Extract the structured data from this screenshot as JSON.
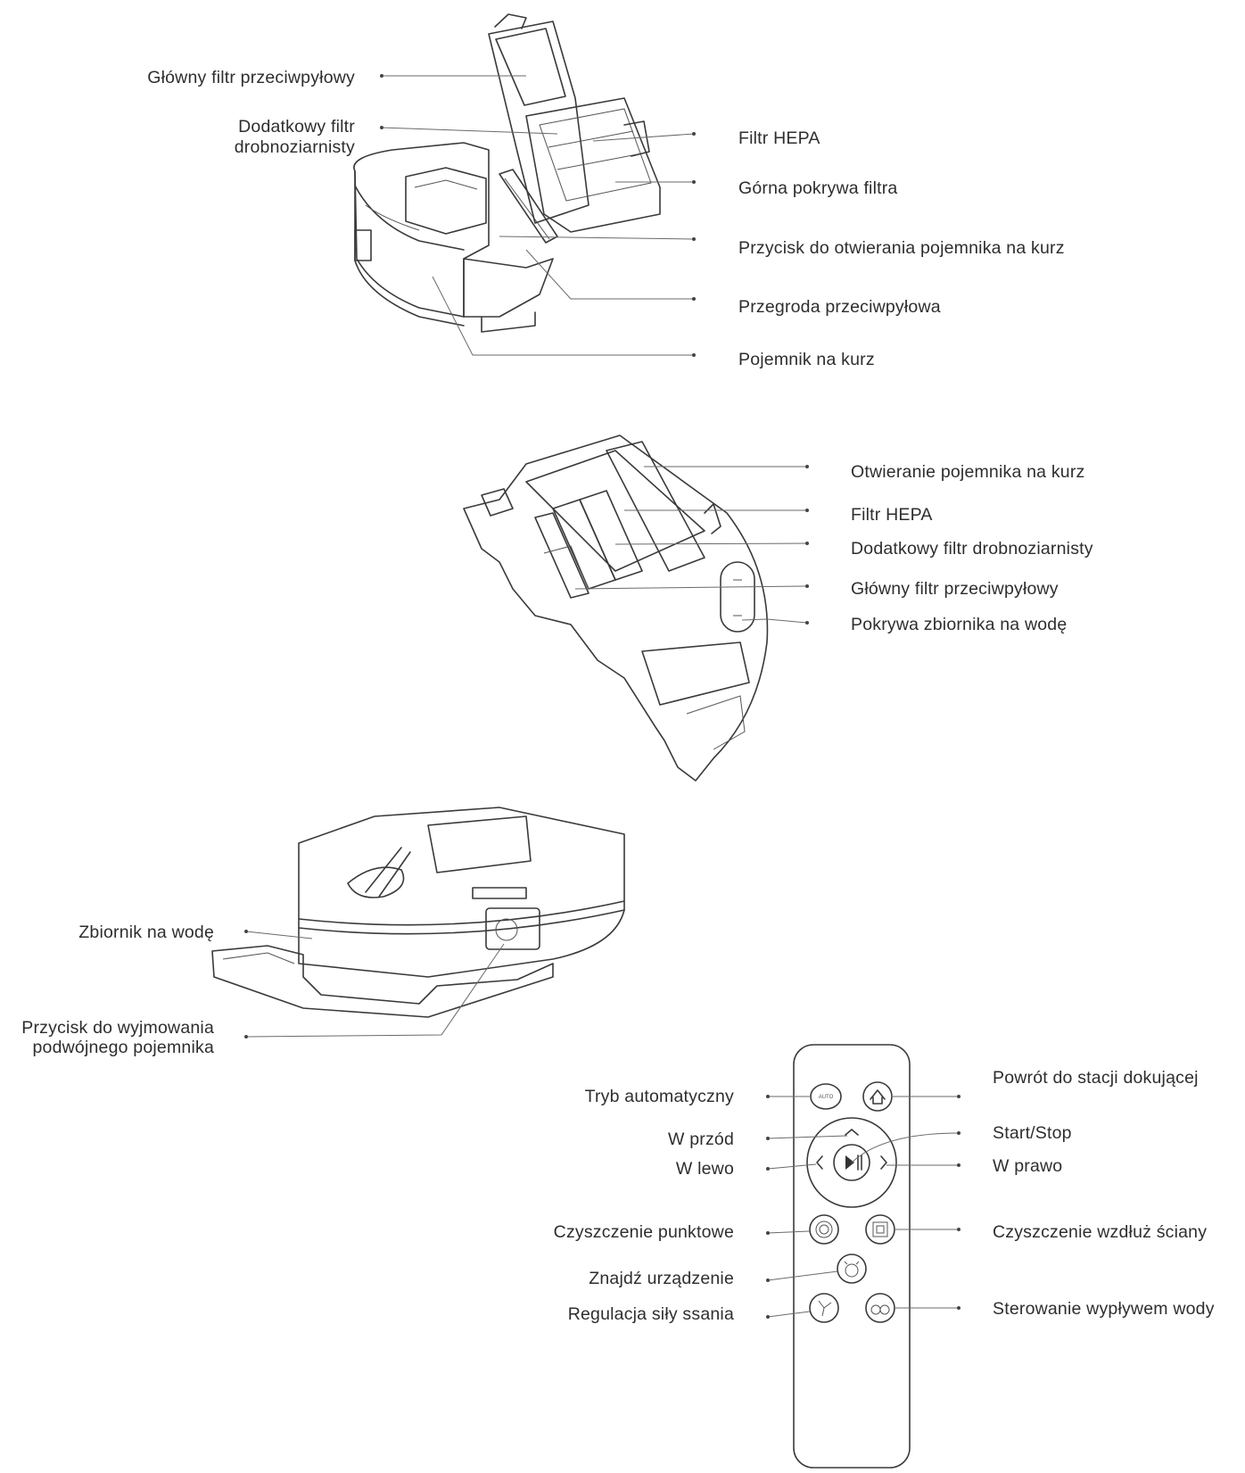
{
  "diagram1": {
    "labels": {
      "main_filter": "Główny filtr przeciwpyłowy",
      "extra_filter_l1": "Dodatkowy filtr",
      "extra_filter_l2": "drobnoziarnisty",
      "hepa": "Filtr HEPA",
      "top_cover": "Górna pokrywa filtra",
      "open_button": "Przycisk do otwierania pojemnika na kurz",
      "partition": "Przegroda przeciwpyłowa",
      "dust_bin": "Pojemnik na kurz"
    }
  },
  "diagram2": {
    "labels": {
      "opening": "Otwieranie pojemnika na kurz",
      "hepa": "Filtr HEPA",
      "extra_filter": "Dodatkowy filtr drobnoziarnisty",
      "main_filter": "Główny filtr przeciwpyłowy",
      "water_cover": "Pokrywa zbiornika na wodę"
    }
  },
  "diagram3": {
    "labels": {
      "water_tank": "Zbiornik na wodę",
      "remove_l1": "Przycisk do wyjmowania",
      "remove_l2": "podwójnego pojemnika"
    }
  },
  "remote": {
    "auto_text": "AUTO",
    "labels": {
      "auto": "Tryb automatyczny",
      "forward": "W przód",
      "left": "W lewo",
      "spot": "Czyszczenie punktowe",
      "find": "Znajdź urządzenie",
      "suction": "Regulacja siły ssania",
      "dock": "Powrót do stacji dokującej",
      "startstop": "Start/Stop",
      "right": "W prawo",
      "wall": "Czyszczenie wzdłuż ściany",
      "water": "Sterowanie wypływem wody"
    }
  }
}
